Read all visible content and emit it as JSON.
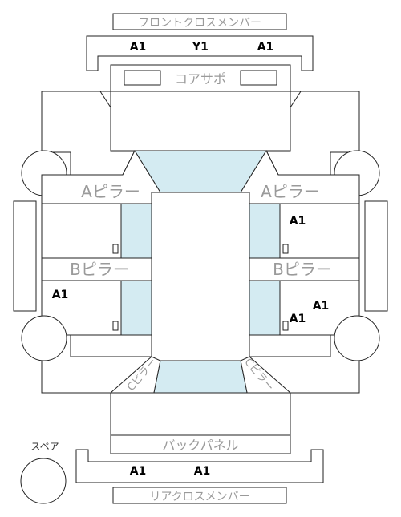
{
  "labels": {
    "front_cross_member": "フロントクロスメンバー",
    "core_support": "コアサポ",
    "a_pillar": "Aピラー",
    "b_pillar": "Bピラー",
    "c_pillar": "Cピラー",
    "back_panel": "バックパネル",
    "rear_cross_member": "リアクロスメンバー",
    "spare": "スペア"
  },
  "marks": {
    "front_left": "A1",
    "front_center": "Y1",
    "front_right": "A1",
    "right_front_door": "A1",
    "left_rear_door": "A1",
    "right_rear_upper": "A1",
    "right_rear_lower": "A1",
    "rear_left": "A1",
    "rear_center": "A1"
  },
  "colors": {
    "glass": "#d4ebf2",
    "outline": "#222222",
    "label_gray": "#9a9a9a"
  }
}
